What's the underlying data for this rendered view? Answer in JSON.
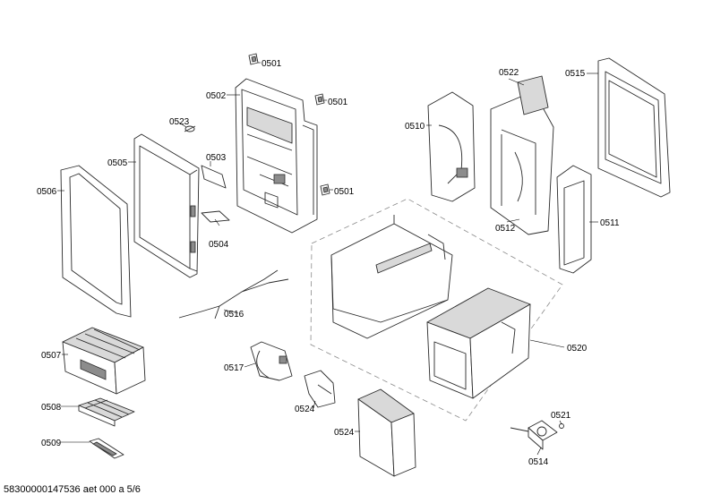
{
  "parts": [
    {
      "id": "p0501a",
      "label": "0501"
    },
    {
      "id": "p0501b",
      "label": "0501"
    },
    {
      "id": "p0501c",
      "label": "0501"
    },
    {
      "id": "p0502",
      "label": "0502"
    },
    {
      "id": "p0503",
      "label": "0503"
    },
    {
      "id": "p0504",
      "label": "0504"
    },
    {
      "id": "p0505",
      "label": "0505"
    },
    {
      "id": "p0506",
      "label": "0506"
    },
    {
      "id": "p0507",
      "label": "0507"
    },
    {
      "id": "p0508",
      "label": "0508"
    },
    {
      "id": "p0509",
      "label": "0509"
    },
    {
      "id": "p0510",
      "label": "0510"
    },
    {
      "id": "p0511",
      "label": "0511"
    },
    {
      "id": "p0512",
      "label": "0512"
    },
    {
      "id": "p0514",
      "label": "0514"
    },
    {
      "id": "p0515",
      "label": "0515"
    },
    {
      "id": "p0516",
      "label": "0516"
    },
    {
      "id": "p0517",
      "label": "0517"
    },
    {
      "id": "p0520",
      "label": "0520"
    },
    {
      "id": "p0521",
      "label": "0521"
    },
    {
      "id": "p0522",
      "label": "0522"
    },
    {
      "id": "p0523",
      "label": "0523"
    },
    {
      "id": "p0524a",
      "label": "0524"
    },
    {
      "id": "p0524b",
      "label": "0524"
    }
  ],
  "footer": {
    "text": "58300000147536 aet 000 a 5/6"
  }
}
